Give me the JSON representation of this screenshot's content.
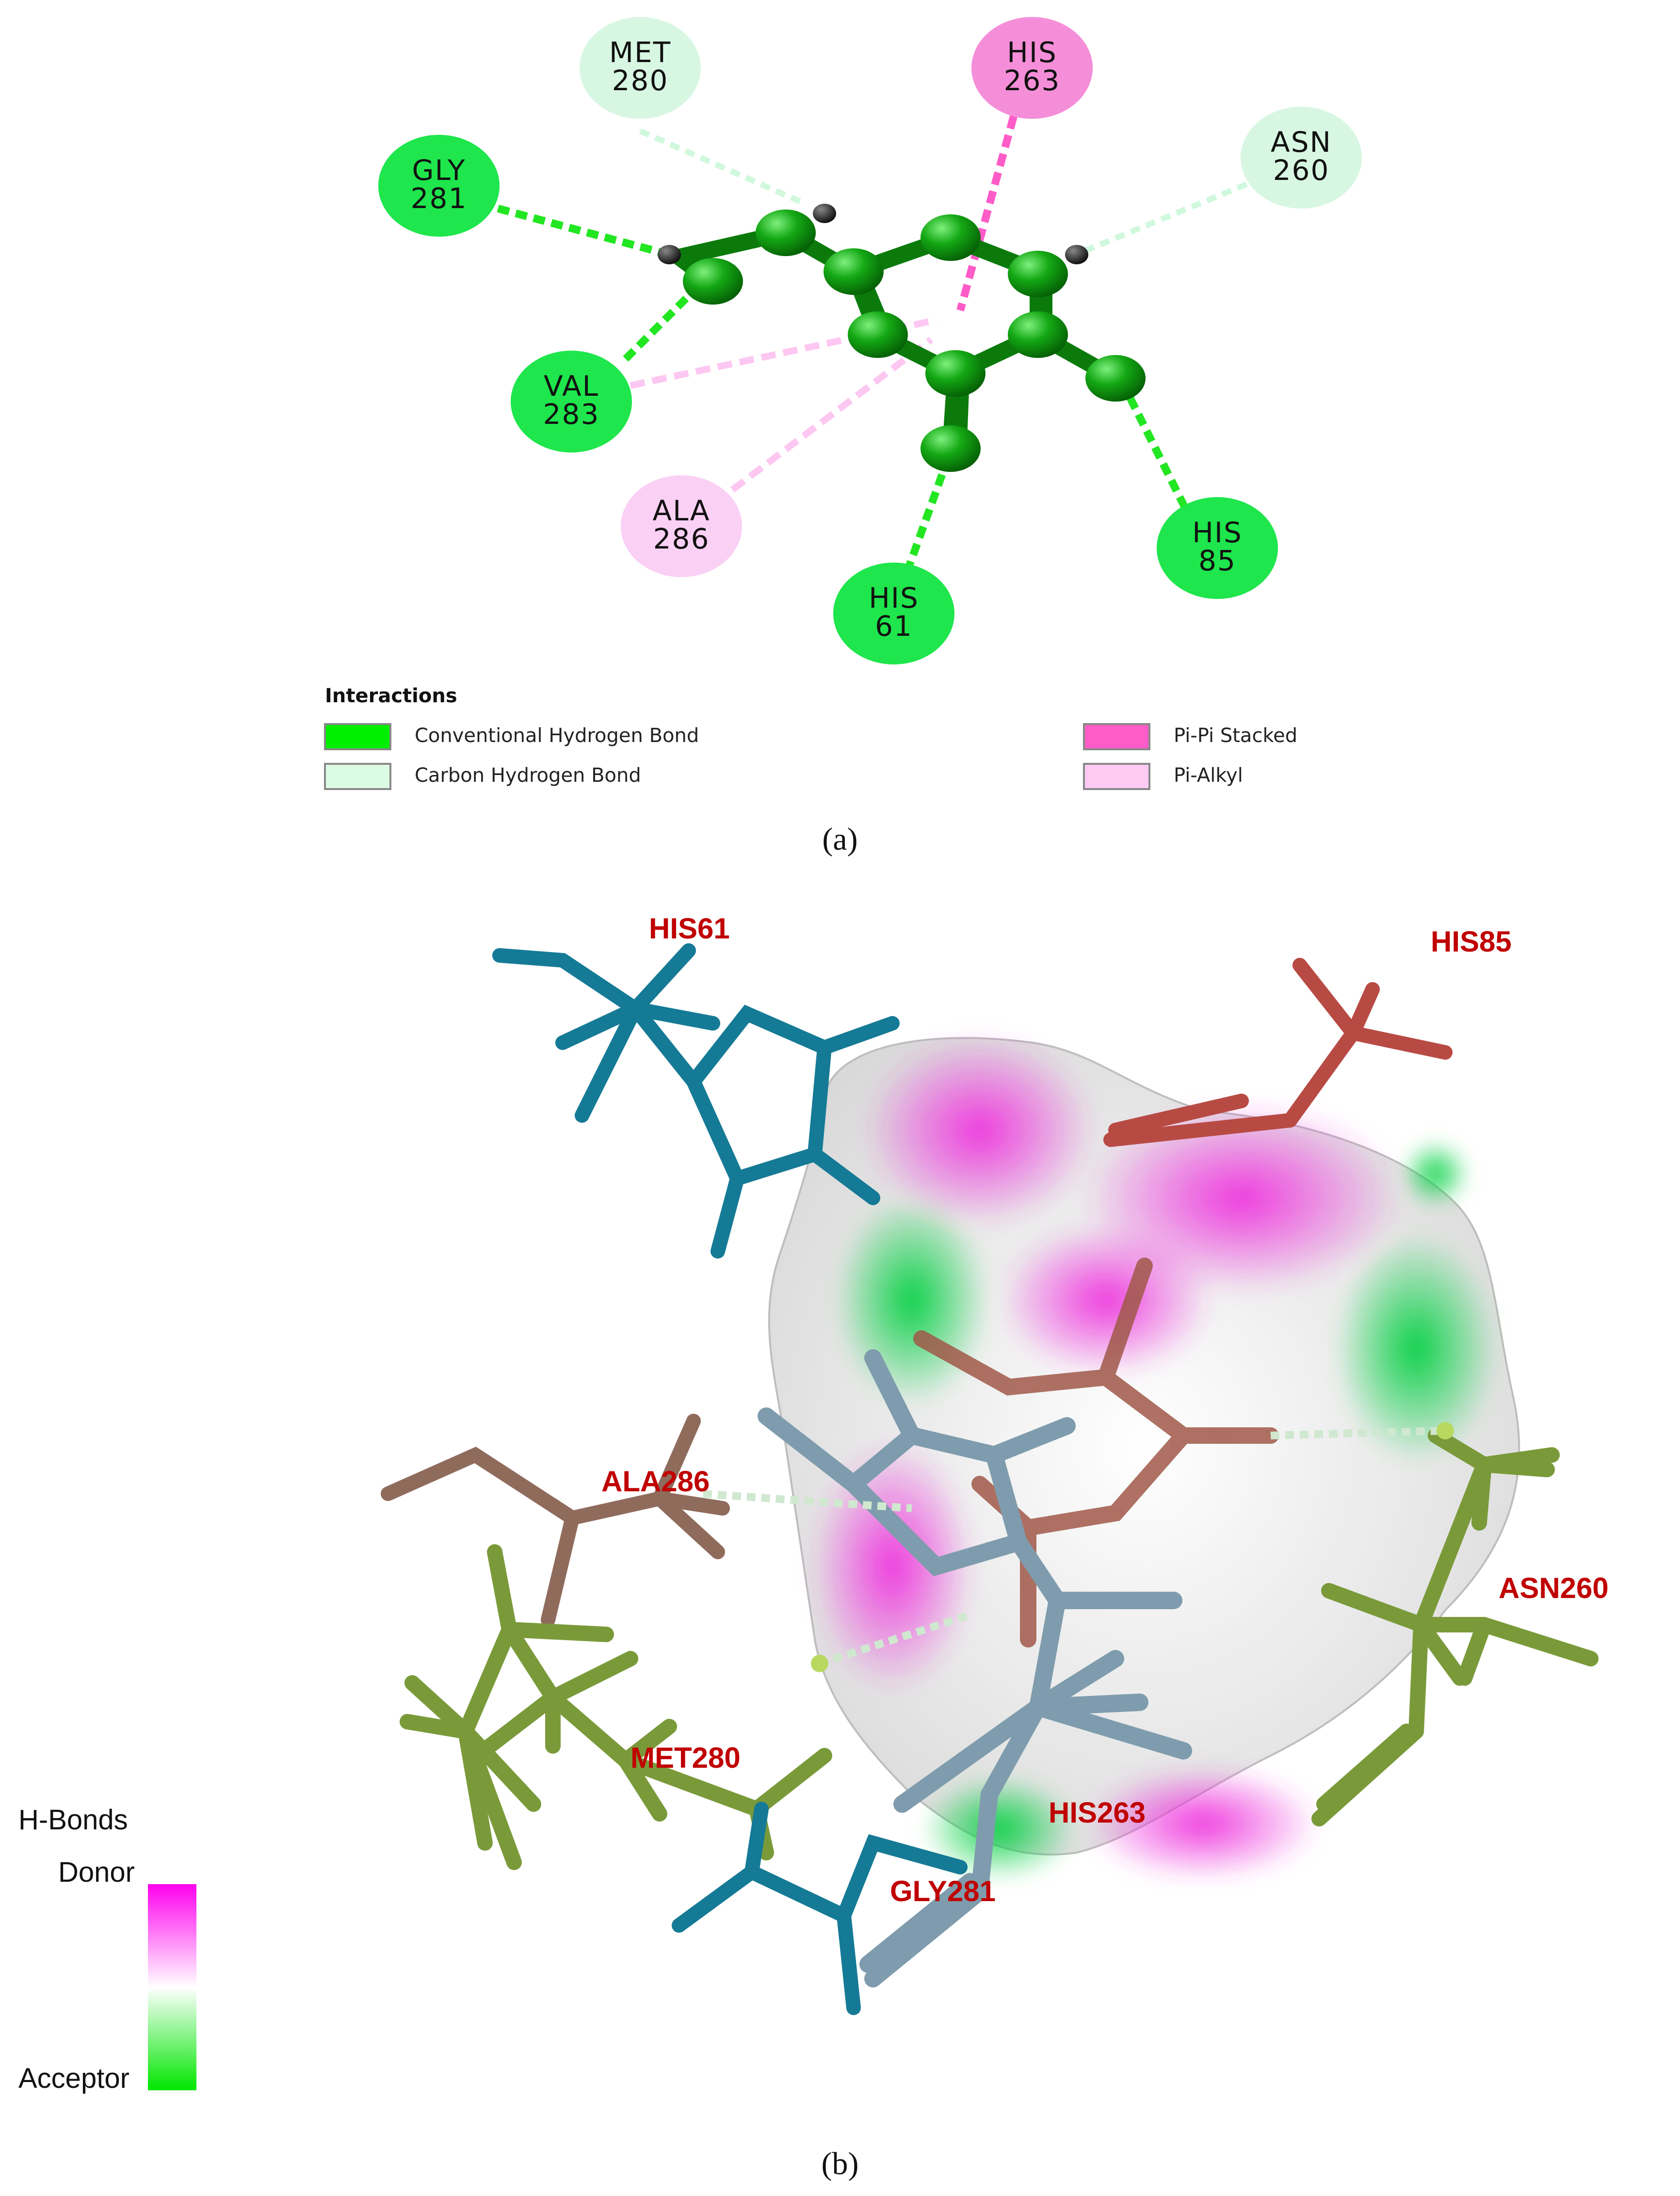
{
  "panel_a": {
    "caption": "(a)",
    "residues": [
      {
        "id": "met280",
        "line1": "MET",
        "line2": "280",
        "fill": "#d8f7e2",
        "stroke": "#d8f7e2",
        "text": "#111"
      },
      {
        "id": "his263",
        "line1": "HIS",
        "line2": "263",
        "fill": "#f58ed8",
        "stroke": "#f58ed8",
        "text": "#111"
      },
      {
        "id": "asn260",
        "line1": "ASN",
        "line2": "260",
        "fill": "#d8f7e2",
        "stroke": "#d8f7e2",
        "text": "#111"
      },
      {
        "id": "gly281",
        "line1": "GLY",
        "line2": "281",
        "fill": "#1ee64c",
        "stroke": "#1ee64c",
        "text": "#111"
      },
      {
        "id": "val283",
        "line1": "VAL",
        "line2": "283",
        "fill": "#1ee64c",
        "stroke": "#1ee64c",
        "text": "#111"
      },
      {
        "id": "ala286",
        "line1": "ALA",
        "line2": "286",
        "fill": "#fbd0f5",
        "stroke": "#fbd0f5",
        "text": "#111"
      },
      {
        "id": "his61",
        "line1": "HIS",
        "line2": "61",
        "fill": "#1ee64c",
        "stroke": "#1ee64c",
        "text": "#111"
      },
      {
        "id": "his85",
        "line1": "HIS",
        "line2": "85",
        "fill": "#1ee64c",
        "stroke": "#1ee64c",
        "text": "#111"
      }
    ],
    "legend": {
      "title": "Interactions",
      "items": [
        {
          "label": "Conventional Hydrogen Bond",
          "color": "#00ee00"
        },
        {
          "label": "Carbon Hydrogen Bond",
          "color": "#dcfbe4"
        },
        {
          "label": "Pi-Pi Stacked",
          "color": "#ff5cc8"
        },
        {
          "label": "Pi-Alkyl",
          "color": "#ffcaf4"
        }
      ]
    }
  },
  "panel_b": {
    "caption": "(b)",
    "labels": [
      {
        "id": "his61",
        "text": "HIS61"
      },
      {
        "id": "his85",
        "text": "HIS85"
      },
      {
        "id": "ala286",
        "text": "ALA286"
      },
      {
        "id": "asn260",
        "text": "ASN260"
      },
      {
        "id": "met280",
        "text": "MET280"
      },
      {
        "id": "his263",
        "text": "HIS263"
      },
      {
        "id": "gly281",
        "text": "GLY281"
      }
    ],
    "hbond_key": {
      "title": "H-Bonds",
      "donor": "Donor",
      "acceptor": "Acceptor",
      "donor_color": "#ff00ee",
      "mid_color": "#ffffff",
      "acceptor_color": "#00e600"
    }
  }
}
